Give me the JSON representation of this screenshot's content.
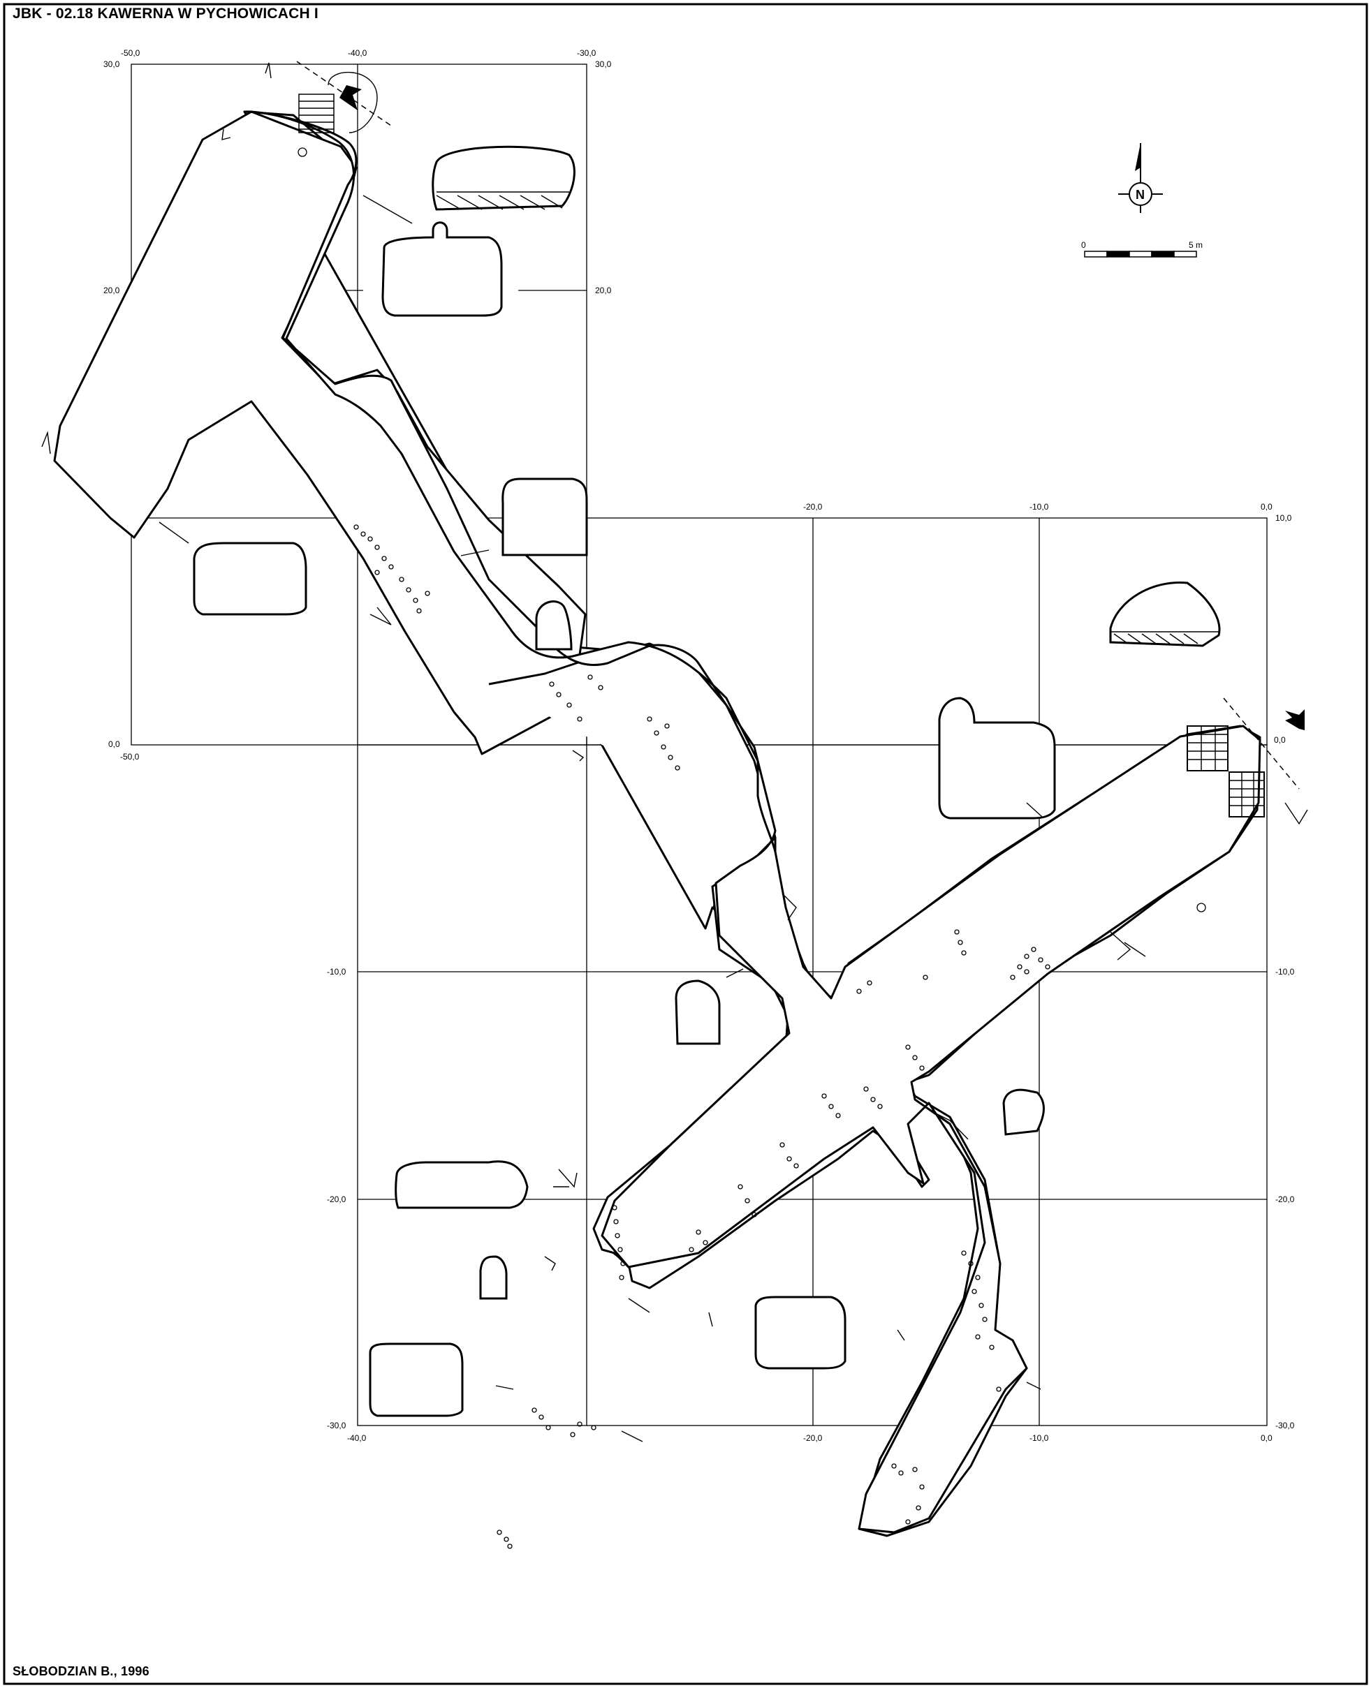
{
  "title": "JBK - 02.18  KAWERNA W PYCHOWICACH  I",
  "author": "SŁOBODZIAN B., 1996",
  "north": "N",
  "scale": {
    "start": "0",
    "end": "5 m"
  },
  "grid_top": {
    "x_labels": [
      "-50,0",
      "-40,0",
      "-30,0"
    ],
    "y_labels_left": [
      "30,0",
      "20,0",
      "0,0"
    ],
    "y_labels_right": [
      "30,0",
      "20,0"
    ],
    "bottom_left": "-50,0"
  },
  "grid_right": {
    "x_labels_top": [
      "-20,0",
      "-10,0",
      "0,0"
    ],
    "y_top": "10,0",
    "entrance_label": "0,0"
  },
  "grid_bottom": {
    "y_labels_left": [
      "-10,0",
      "-20,0",
      "-30,0"
    ],
    "y_labels_right": [
      "-10,0",
      "-20,0",
      "-30,0"
    ],
    "x_labels_bottom": [
      "-40,0",
      "-20,0",
      "-10,0",
      "0,0"
    ]
  }
}
